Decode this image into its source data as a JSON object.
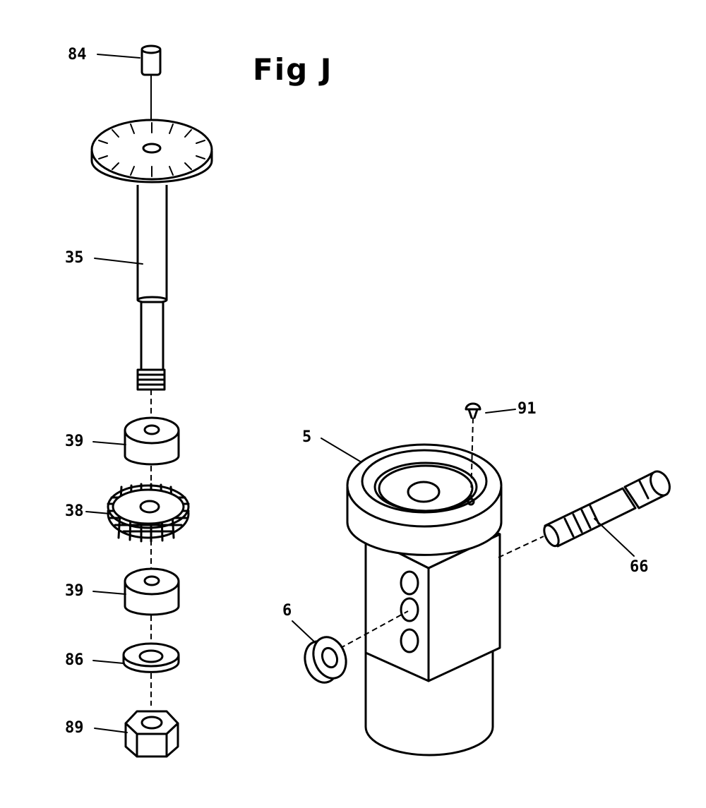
{
  "figure": {
    "title": "Fig J"
  },
  "labels": {
    "p84": "84",
    "p35": "35",
    "p39a": "39",
    "p38": "38",
    "p39b": "39",
    "p86": "86",
    "p89": "89",
    "p5": "5",
    "p91": "91",
    "p66": "66",
    "p6": "6"
  },
  "colors": {
    "line": "#000000",
    "background": "#ffffff"
  }
}
